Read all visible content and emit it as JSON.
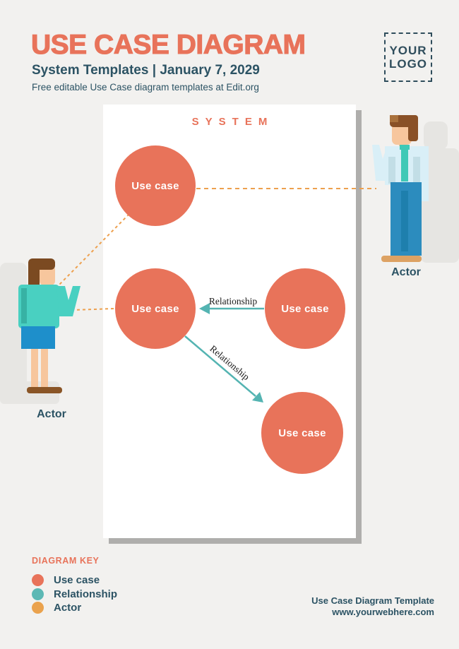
{
  "header": {
    "title": "USE CASE DIAGRAM",
    "subtitle": "System Templates | January 7, 2029",
    "tagline": "Free editable Use Case diagram templates at Edit.org",
    "logo": {
      "line1": "YOUR",
      "line2": "LOGO"
    }
  },
  "system": {
    "label": "SYSTEM"
  },
  "use_cases": [
    {
      "label": "Use case"
    },
    {
      "label": "Use case"
    },
    {
      "label": "Use case"
    },
    {
      "label": "Use case"
    }
  ],
  "relationships": [
    {
      "label": "Relationship"
    },
    {
      "label": "Relationship"
    }
  ],
  "actors": [
    {
      "label": "Actor"
    },
    {
      "label": "Actor"
    }
  ],
  "key": {
    "title": "DIAGRAM KEY",
    "items": [
      {
        "label": "Use case",
        "color": "#E8735A"
      },
      {
        "label": "Relationship",
        "color": "#5CB8B4"
      },
      {
        "label": "Actor",
        "color": "#EAA24D"
      }
    ]
  },
  "footer": {
    "line1": "Use Case Diagram Template",
    "line2": "www.yourwebhere.com"
  },
  "colors": {
    "coral": "#E8735A",
    "teal_arrow": "#54B4B2",
    "orange_dash": "#EDA04E",
    "slate": "#2C5364",
    "panel_shadow": "#AFAEAC",
    "background": "#F2F1EF"
  }
}
